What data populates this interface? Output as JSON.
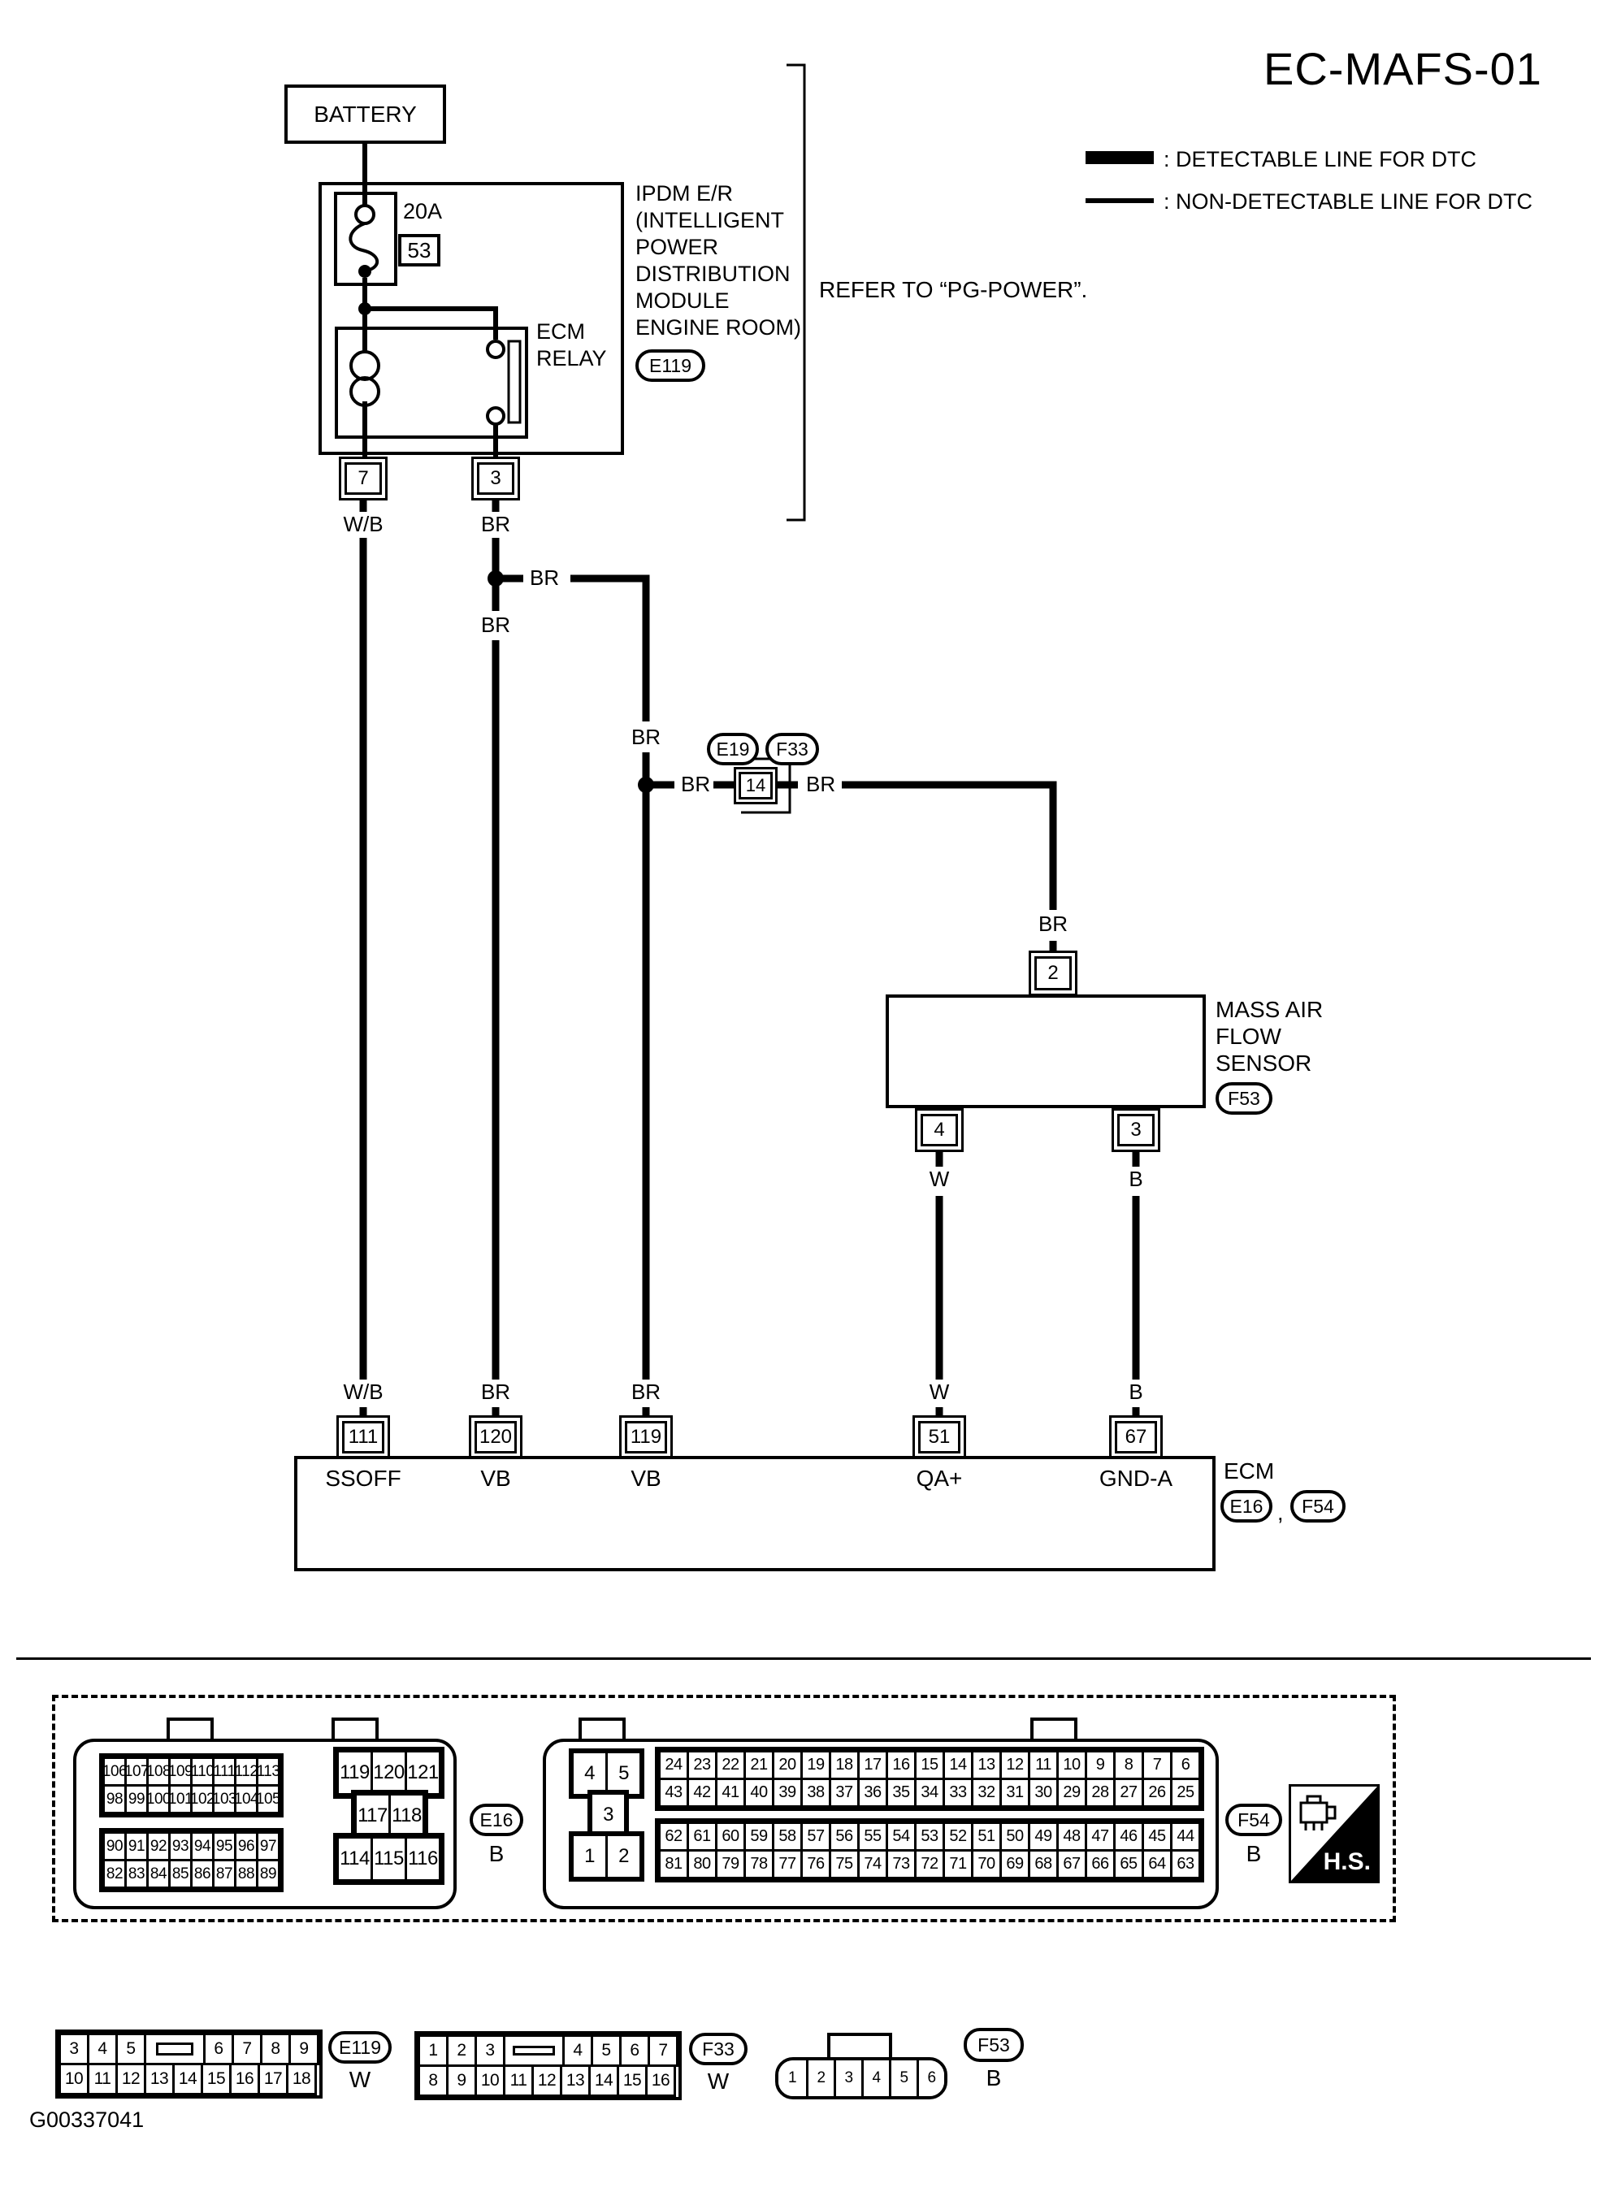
{
  "title": "EC-MAFS-01",
  "legend": {
    "detectable": ": DETECTABLE LINE FOR DTC",
    "non_detectable": ": NON-DETECTABLE LINE FOR DTC"
  },
  "battery": {
    "label": "BATTERY"
  },
  "ipdm": {
    "fuse_rating": "20A",
    "fuse_number": "53",
    "relay_line1": "ECM",
    "relay_line2": "RELAY",
    "name_lines": [
      "IPDM E/R",
      "(INTELLIGENT",
      "POWER",
      "DISTRIBUTION",
      "MODULE",
      "ENGINE ROOM)"
    ],
    "connector": "E119",
    "terminal_left": "7",
    "terminal_right": "3",
    "refer_note": "REFER TO “PG-POWER”."
  },
  "wire_colors": {
    "wb": "W/B",
    "br": "BR",
    "w": "W",
    "b": "B"
  },
  "splice": {
    "connector_left": "E19",
    "connector_right": "F33",
    "terminal": "14"
  },
  "maf": {
    "name_lines": [
      "MASS AIR",
      "FLOW",
      "SENSOR"
    ],
    "connector": "F53",
    "terminal_top": "2",
    "terminal_bottom_left": "4",
    "terminal_bottom_right": "3"
  },
  "ecm": {
    "label": "ECM",
    "connector_1": "E16",
    "connector_2": "F54",
    "separator": ",",
    "pins": [
      "111",
      "120",
      "119",
      "51",
      "67"
    ],
    "signals": [
      "SSOFF",
      "VB",
      "VB",
      "QA+",
      "GND-A"
    ]
  },
  "connectors": {
    "e16": {
      "label": "E16",
      "color": "B",
      "a1": [
        "106",
        "107",
        "108",
        "109",
        "110",
        "111",
        "112",
        "113"
      ],
      "a2": [
        "98",
        "99",
        "100",
        "101",
        "102",
        "103",
        "104",
        "105"
      ],
      "b1": [
        "90",
        "91",
        "92",
        "93",
        "94",
        "95",
        "96",
        "97"
      ],
      "b2": [
        "82",
        "83",
        "84",
        "85",
        "86",
        "87",
        "88",
        "89"
      ],
      "c1": [
        "119",
        "120",
        "121"
      ],
      "c2": [
        "117",
        "118"
      ],
      "c3": [
        "114",
        "115",
        "116"
      ]
    },
    "f54": {
      "label": "F54",
      "color": "B",
      "s1": [
        "4",
        "5"
      ],
      "s2": [
        "3"
      ],
      "s3": [
        "1",
        "2"
      ],
      "t1": [
        "24",
        "23",
        "22",
        "21",
        "20",
        "19",
        "18",
        "17",
        "16",
        "15",
        "14",
        "13",
        "12",
        "11",
        "10",
        "9",
        "8",
        "7",
        "6"
      ],
      "t2": [
        "43",
        "42",
        "41",
        "40",
        "39",
        "38",
        "37",
        "36",
        "35",
        "34",
        "33",
        "32",
        "31",
        "30",
        "29",
        "28",
        "27",
        "26",
        "25"
      ],
      "b1": [
        "62",
        "61",
        "60",
        "59",
        "58",
        "57",
        "56",
        "55",
        "54",
        "53",
        "52",
        "51",
        "50",
        "49",
        "48",
        "47",
        "46",
        "45",
        "44"
      ],
      "b2": [
        "81",
        "80",
        "79",
        "78",
        "77",
        "76",
        "75",
        "74",
        "73",
        "72",
        "71",
        "70",
        "69",
        "68",
        "67",
        "66",
        "65",
        "64",
        "63"
      ]
    },
    "e119": {
      "label": "E119",
      "color": "W",
      "r1": [
        "3",
        "4",
        "5",
        "",
        "6",
        "7",
        "8",
        "9"
      ],
      "r2": [
        "10",
        "11",
        "12",
        "13",
        "14",
        "15",
        "16",
        "17",
        "18"
      ]
    },
    "f33": {
      "label": "F33",
      "color": "W",
      "r1": [
        "1",
        "2",
        "3",
        "",
        "4",
        "5",
        "6",
        "7"
      ],
      "r2": [
        "8",
        "9",
        "10",
        "11",
        "12",
        "13",
        "14",
        "15",
        "16"
      ]
    },
    "f53": {
      "label": "F53",
      "color": "B",
      "r1": [
        "1",
        "2",
        "3",
        "4",
        "5",
        "6"
      ]
    }
  },
  "hs": {
    "label": "H.S."
  },
  "figure_id": "G00337041"
}
